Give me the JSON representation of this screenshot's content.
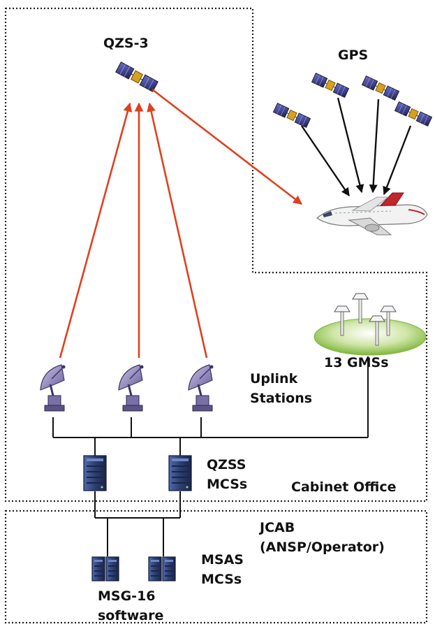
{
  "labels": {
    "qzs3": "QZS-3",
    "gps": "GPS",
    "gms": "13 GMSs",
    "uplink_line1": "Uplink",
    "uplink_line2": "Stations",
    "qzss_line1": "QZSS",
    "qzss_line2": "MCSs",
    "cabinet_office": "Cabinet Office",
    "jcab_line1": "JCAB",
    "jcab_line2": "(ANSP/Operator)",
    "msas_line1": "MSAS",
    "msas_line2": "MCSs",
    "msg_line1": "MSG-16",
    "msg_line2": "software"
  },
  "colors": {
    "uplink_arrow": "#e0401e",
    "gps_arrow": "#111111",
    "dotted_border": "#222222",
    "ground_ellipse": "#8fc14a",
    "satellite_panel": "#2b2f7a",
    "server_body": "#2b3b66"
  },
  "icons": {
    "qzs_satellite": "satellite-icon",
    "gps_satellite": "satellite-icon",
    "aircraft": "airplane-icon",
    "uplink_antenna": "satellite-dish-icon",
    "monitor_station": "antenna-station-icon",
    "server": "server-icon"
  }
}
